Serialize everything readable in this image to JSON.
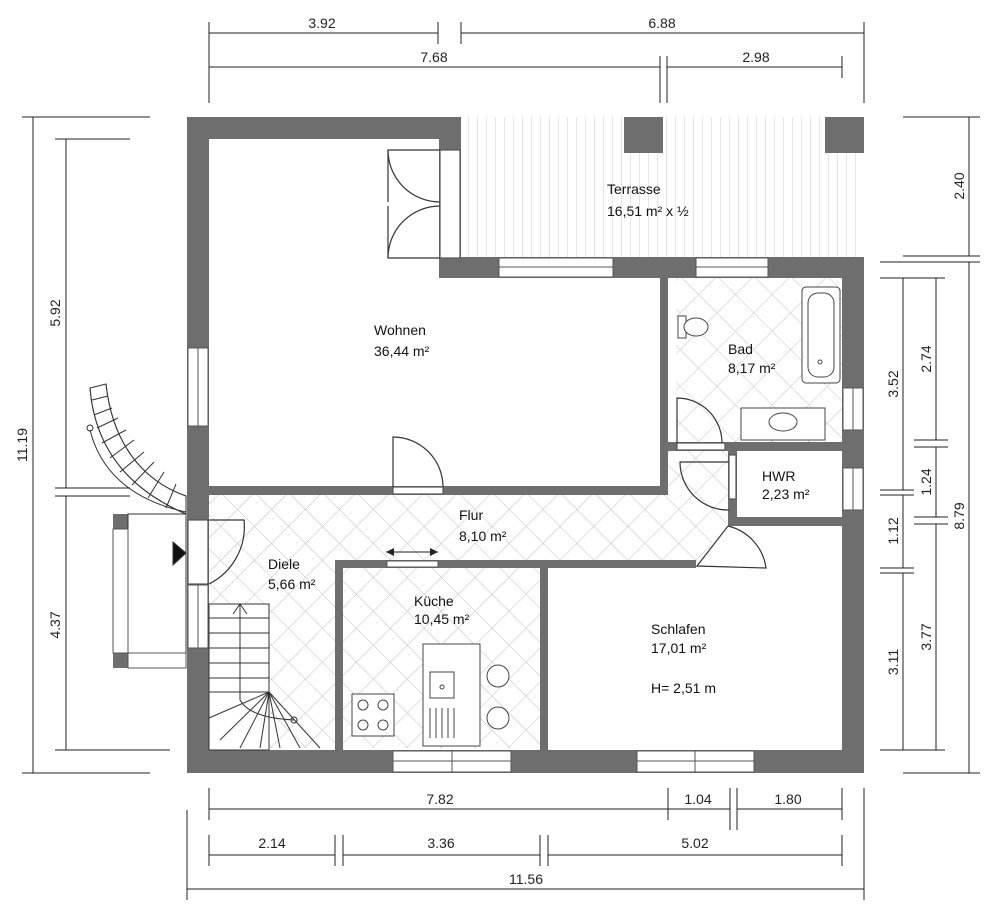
{
  "colors": {
    "wall": "#6e6e6e",
    "line": "#222222",
    "tile": "#bfbfbf",
    "terrace": "#c8c8c8"
  },
  "dimensions": {
    "top_row1": [
      "3.92",
      "6.88"
    ],
    "top_row2": [
      "7.68",
      "2.98"
    ],
    "left_outer": "11.19",
    "left_inner": [
      "5.92",
      "4.37"
    ],
    "right_outer": [
      "2.40",
      "8.79"
    ],
    "right_mid": [
      "3.52",
      "1.12",
      "3.11"
    ],
    "right_inner": [
      "2.74",
      "1.24",
      "3.77"
    ],
    "bottom_row1": [
      "7.82",
      "1.04",
      "1.80"
    ],
    "bottom_row2": [
      "2.14",
      "3.36",
      "5.02"
    ],
    "bottom_total": "11.56"
  },
  "rooms": {
    "terrasse": {
      "name": "Terrasse",
      "area": "16,51 m² x ½"
    },
    "wohnen": {
      "name": "Wohnen",
      "area": "36,44 m²"
    },
    "bad": {
      "name": "Bad",
      "area": "8,17 m²"
    },
    "hwr": {
      "name": "HWR",
      "area": "2,23 m²"
    },
    "flur": {
      "name": "Flur",
      "area": "8,10 m²"
    },
    "diele": {
      "name": "Diele",
      "area": "5,66 m²"
    },
    "kueche": {
      "name": "Küche",
      "area": "10,45 m²"
    },
    "schlafen": {
      "name": "Schlafen",
      "area": "17,01 m²",
      "height": "H= 2,51 m"
    }
  }
}
